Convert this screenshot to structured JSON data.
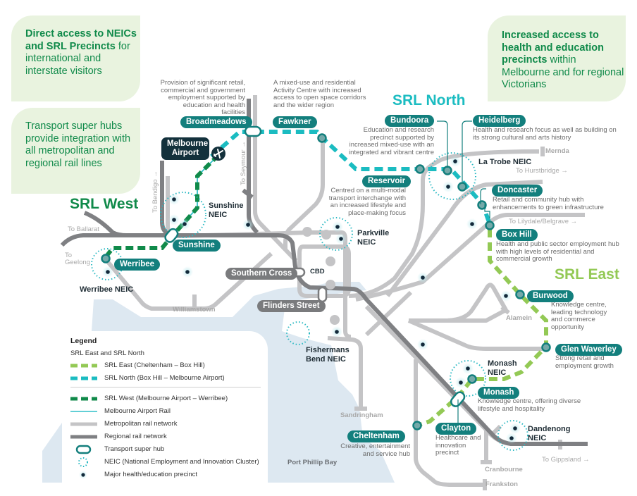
{
  "callouts": [
    {
      "bold": "Direct access to NEICs and SRL Precincts",
      "rest": " for international and interstate visitors"
    },
    {
      "bold": "",
      "rest": "Transport super hubs provide integration with all metropolitan and regional rail lines"
    },
    {
      "bold": "Increased access to health and education precincts",
      "rest": " within Melbourne and for regional Victorians"
    }
  ],
  "lines": {
    "srl_west": {
      "title": "SRL West",
      "color": "#108a4a"
    },
    "srl_north": {
      "title": "SRL North",
      "color": "#1bbcc1"
    },
    "srl_east": {
      "title": "SRL East",
      "color": "#93c955"
    }
  },
  "colors": {
    "station_pill": "#137f7d",
    "airport_pill": "#13313c",
    "cbd_pill": "#7a7b7d",
    "metro_rail": "#c4c4c6",
    "regional_rail": "#7f8083",
    "airport_rail": "#2fbfc8",
    "bay": "#dde8f1",
    "neic_ring": "#2bb9c3",
    "precinct_dot": "#12293a"
  },
  "stations": {
    "broadmeadows": {
      "name": "Broadmeadows",
      "desc": "Provision of significant retail, commercial and government employment supported by education and health facilities"
    },
    "fawkner": {
      "name": "Fawkner",
      "desc": "A mixed-use and residential Activity Centre with increased access to open space corridors and the wider region"
    },
    "bundoora": {
      "name": "Bundoora",
      "desc": "Education and research precinct supported by increased mixed-use with an integrated and vibrant centre"
    },
    "heidelberg": {
      "name": "Heidelberg",
      "desc": "Health and research focus as well as building on its strong cultural and arts history"
    },
    "reservoir": {
      "name": "Reservoir",
      "desc": "Centred on a multi-modal transport interchange with an increased lifestyle and place-making focus"
    },
    "doncaster": {
      "name": "Doncaster",
      "desc": "Retail and community hub with enhancements to green infrastructure"
    },
    "box_hill": {
      "name": "Box Hill",
      "desc": "Health and public sector employment hub with high levels of residential and commercial growth"
    },
    "burwood": {
      "name": "Burwood",
      "desc": "Knowledge centre, leading technology and commerce opportunity"
    },
    "glen_waverley": {
      "name": "Glen Waverley",
      "desc": "Strong retail and employment growth"
    },
    "monash": {
      "name": "Monash",
      "desc": "Knowledge centre, offering diverse lifestyle and hospitality"
    },
    "clayton": {
      "name": "Clayton",
      "desc": "Healthcare and innovation precinct"
    },
    "cheltenham": {
      "name": "Cheltenham",
      "desc": "Creative, entertainment and service hub"
    },
    "melbourne_airport": {
      "name": "Melbourne Airport"
    },
    "sunshine": {
      "name": "Sunshine"
    },
    "werribee": {
      "name": "Werribee"
    },
    "southern_cross": {
      "name": "Southern Cross"
    },
    "flinders_street": {
      "name": "Flinders Street"
    },
    "cbd": {
      "name": "CBD"
    }
  },
  "neics": {
    "sunshine": "Sunshine NEIC",
    "werribee": "Werribee NEIC",
    "parkville": "Parkville NEIC",
    "la_trobe": "La Trobe NEIC",
    "fishermans_bend": "Fishermans Bend NEIC",
    "monash": "Monash NEIC",
    "dandenong": "Dandenong NEIC"
  },
  "terminals": {
    "to_ballarat": "To Ballarat",
    "to_geelong": "To Geelong",
    "to_bendigo": "To Bendigo →",
    "to_seymour": "To Seymour →",
    "mernda": "Mernda",
    "to_hurstbridge": "To Hurstbridge →",
    "to_lilydale_belgrave": "To Lilydale/Belgrave →",
    "alamein": "Alamein",
    "williamstown": "Williamstown",
    "sandringham": "Sandringham",
    "cranbourne": "Cranbourne",
    "frankston": "Frankston",
    "to_gippsland": "To Gippsland →"
  },
  "places": {
    "bay": "Port Phillip Bay"
  },
  "legend": {
    "title": "Legend",
    "subtitle": "SRL East and SRL North",
    "items": [
      {
        "icon": "srl-east-dashed-line",
        "label": "SRL East (Cheltenham – Box Hill)"
      },
      {
        "icon": "srl-north-dashed-line",
        "label": "SRL North (Box Hill – Melbourne Airport)"
      },
      {
        "icon": "srl-west-dashed-line",
        "label": "SRL West (Melbourne Airport – Werribee)"
      },
      {
        "icon": "airport-rail-line",
        "label": "Melbourne Airport Rail"
      },
      {
        "icon": "metro-rail-line",
        "label": "Metropolitan rail network"
      },
      {
        "icon": "regional-rail-line",
        "label": "Regional rail network"
      },
      {
        "icon": "super-hub-icon",
        "label": "Transport super hub"
      },
      {
        "icon": "neic-ring-icon",
        "label": "NEIC (National Employment and Innovation Cluster)"
      },
      {
        "icon": "precinct-dot-icon",
        "label": "Major health/education precinct"
      }
    ]
  }
}
